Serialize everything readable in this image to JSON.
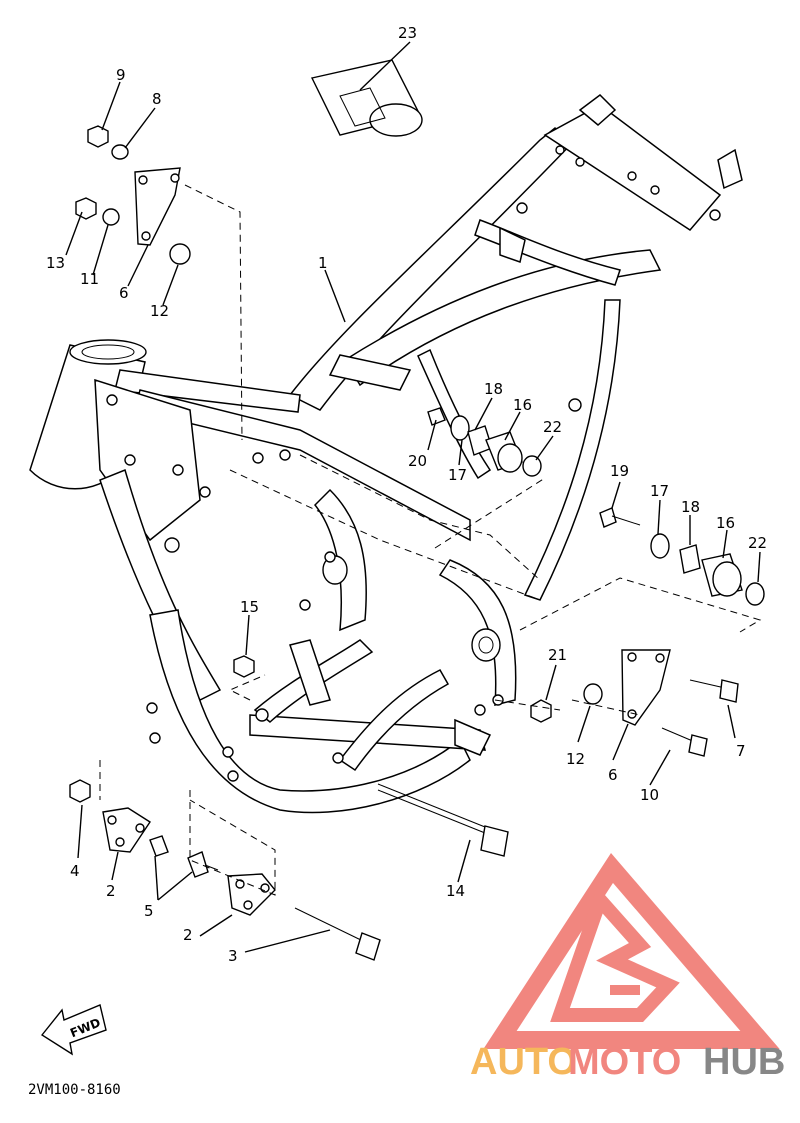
{
  "diagram": {
    "callouts": [
      {
        "id": "c23",
        "text": "23"
      },
      {
        "id": "c9",
        "text": "9"
      },
      {
        "id": "c8",
        "text": "8"
      },
      {
        "id": "c13",
        "text": "13"
      },
      {
        "id": "c11",
        "text": "11"
      },
      {
        "id": "c6a",
        "text": "6"
      },
      {
        "id": "c12a",
        "text": "12"
      },
      {
        "id": "c1",
        "text": "1"
      },
      {
        "id": "c18a",
        "text": "18"
      },
      {
        "id": "c16a",
        "text": "16"
      },
      {
        "id": "c22a",
        "text": "22"
      },
      {
        "id": "c20",
        "text": "20"
      },
      {
        "id": "c17a",
        "text": "17"
      },
      {
        "id": "c19",
        "text": "19"
      },
      {
        "id": "c17b",
        "text": "17"
      },
      {
        "id": "c18b",
        "text": "18"
      },
      {
        "id": "c16b",
        "text": "16"
      },
      {
        "id": "c22b",
        "text": "22"
      },
      {
        "id": "c15",
        "text": "15"
      },
      {
        "id": "c21",
        "text": "21"
      },
      {
        "id": "c12b",
        "text": "12"
      },
      {
        "id": "c6b",
        "text": "6"
      },
      {
        "id": "c7",
        "text": "7"
      },
      {
        "id": "c10",
        "text": "10"
      },
      {
        "id": "c4",
        "text": "4"
      },
      {
        "id": "c2a",
        "text": "2"
      },
      {
        "id": "c5",
        "text": "5"
      },
      {
        "id": "c2b",
        "text": "2"
      },
      {
        "id": "c3",
        "text": "3"
      },
      {
        "id": "c14",
        "text": "14"
      }
    ],
    "fwd_label": "FWD",
    "part_code": "2VM100-8160"
  },
  "watermark": {
    "text_a": "AUTO",
    "text_b": "MOTO",
    "text_c": "HUB",
    "color_orange": "#f5b04a",
    "color_red": "#f07a72",
    "color_gray": "#7b7b7b"
  }
}
